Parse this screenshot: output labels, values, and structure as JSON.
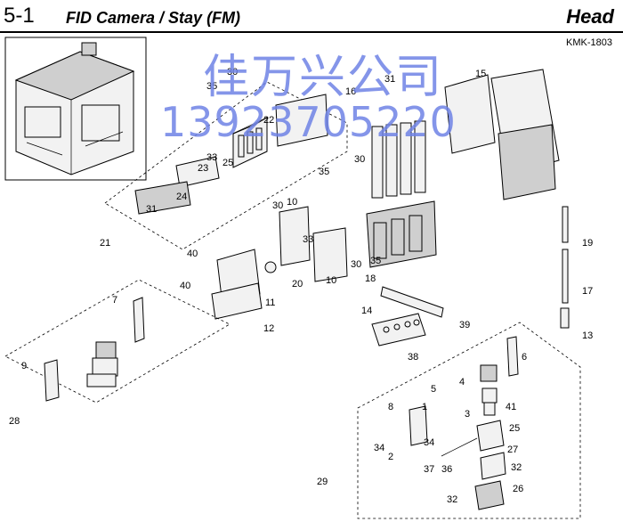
{
  "header": {
    "section_number": "5-1",
    "section_title": "FID Camera / Stay (FM)",
    "category": "Head",
    "model_code": "KMK-1803"
  },
  "watermark": {
    "line1": "佳万兴公司",
    "line2": "13923705220",
    "color": "#6f83e6"
  },
  "callouts": [
    {
      "id": "c30a",
      "text": "30"
    },
    {
      "id": "c35a",
      "text": "35"
    },
    {
      "id": "c31a",
      "text": "31"
    },
    {
      "id": "c16",
      "text": "16"
    },
    {
      "id": "c15",
      "text": "15"
    },
    {
      "id": "c22",
      "text": "22"
    },
    {
      "id": "c33",
      "text": "33"
    },
    {
      "id": "c23",
      "text": "23"
    },
    {
      "id": "c25a",
      "text": "25"
    },
    {
      "id": "c24",
      "text": "24"
    },
    {
      "id": "c31b",
      "text": "31"
    },
    {
      "id": "c21",
      "text": "21"
    },
    {
      "id": "c35b",
      "text": "35"
    },
    {
      "id": "c30b",
      "text": "30"
    },
    {
      "id": "c30c",
      "text": "30"
    },
    {
      "id": "c10a",
      "text": "10"
    },
    {
      "id": "c33b",
      "text": "33"
    },
    {
      "id": "c10b",
      "text": "10"
    },
    {
      "id": "c30d",
      "text": "30"
    },
    {
      "id": "c35c",
      "text": "35"
    },
    {
      "id": "c19",
      "text": "19"
    },
    {
      "id": "c40a",
      "text": "40"
    },
    {
      "id": "c20",
      "text": "20"
    },
    {
      "id": "c11",
      "text": "11"
    },
    {
      "id": "c40b",
      "text": "40"
    },
    {
      "id": "c12",
      "text": "12"
    },
    {
      "id": "c18",
      "text": "18"
    },
    {
      "id": "c17",
      "text": "17"
    },
    {
      "id": "c7",
      "text": "7"
    },
    {
      "id": "c14",
      "text": "14"
    },
    {
      "id": "c39",
      "text": "39"
    },
    {
      "id": "c13",
      "text": "13"
    },
    {
      "id": "c38",
      "text": "38"
    },
    {
      "id": "c9",
      "text": "9"
    },
    {
      "id": "c6",
      "text": "6"
    },
    {
      "id": "c5",
      "text": "5"
    },
    {
      "id": "c4",
      "text": "4"
    },
    {
      "id": "c1",
      "text": "1"
    },
    {
      "id": "c28",
      "text": "28"
    },
    {
      "id": "c8",
      "text": "8"
    },
    {
      "id": "c3",
      "text": "3"
    },
    {
      "id": "c41",
      "text": "41"
    },
    {
      "id": "c25b",
      "text": "25"
    },
    {
      "id": "c34a",
      "text": "34"
    },
    {
      "id": "c34b",
      "text": "34"
    },
    {
      "id": "c2",
      "text": "2"
    },
    {
      "id": "c27",
      "text": "27"
    },
    {
      "id": "c37",
      "text": "37"
    },
    {
      "id": "c36",
      "text": "36"
    },
    {
      "id": "c32a",
      "text": "32"
    },
    {
      "id": "c29",
      "text": "29"
    },
    {
      "id": "c26",
      "text": "26"
    },
    {
      "id": "c32b",
      "text": "32"
    }
  ]
}
